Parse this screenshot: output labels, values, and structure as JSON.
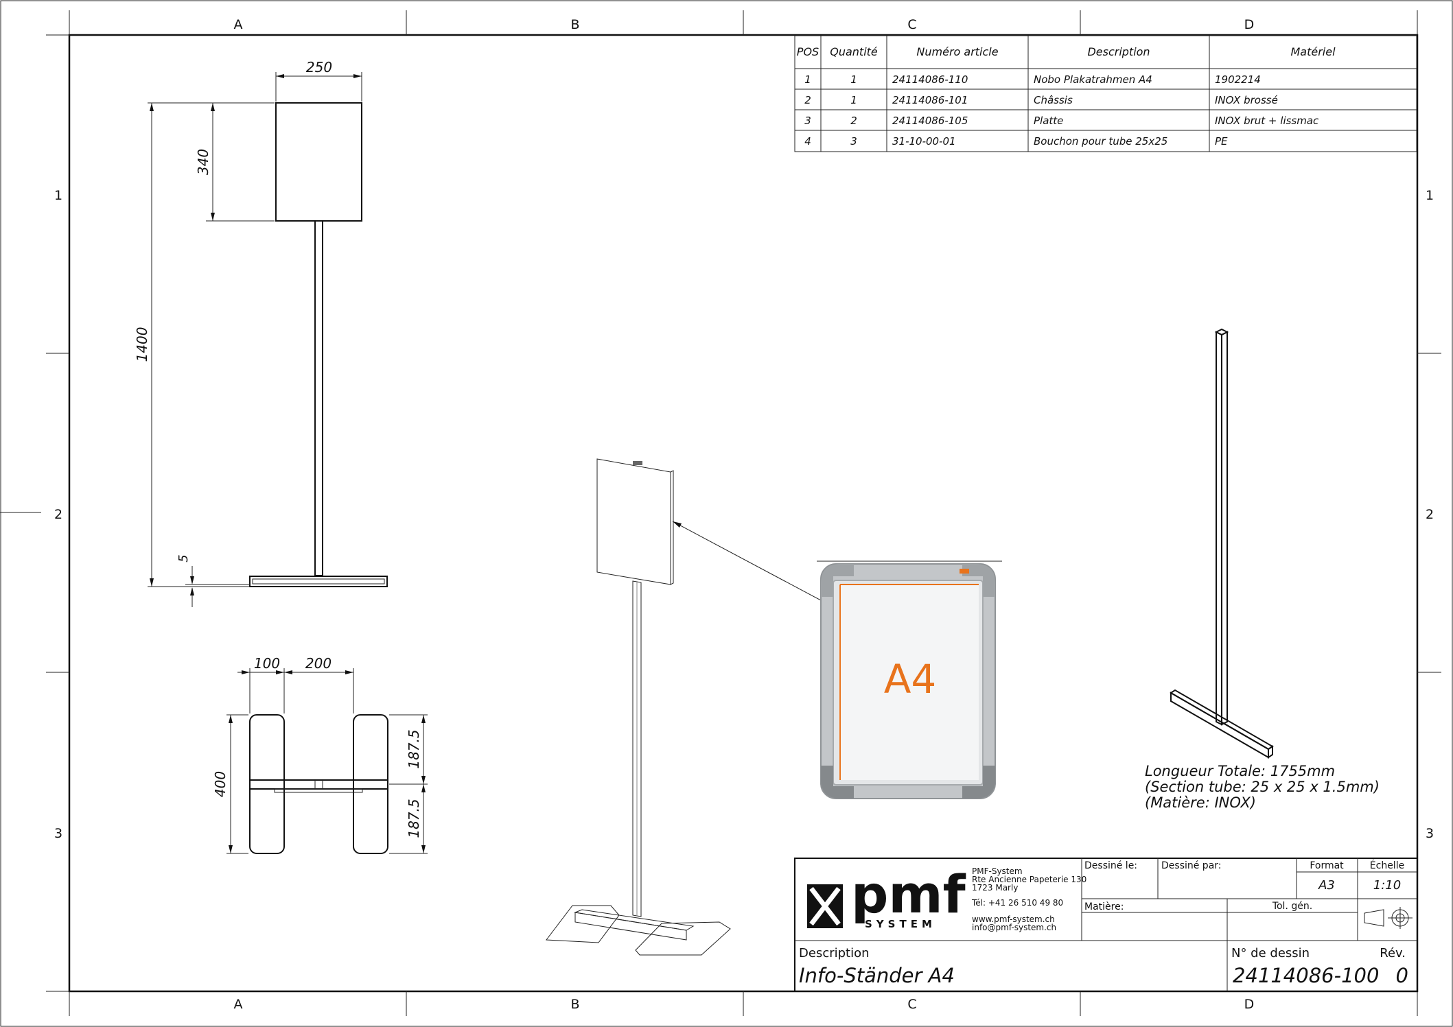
{
  "zones": {
    "columns": [
      "A",
      "B",
      "C",
      "D"
    ],
    "rows": [
      "1",
      "2",
      "3"
    ]
  },
  "bom": {
    "headers": [
      "POS",
      "Quantité",
      "Numéro article",
      "Description",
      "Matériel"
    ],
    "rows": [
      [
        "1",
        "1",
        "24114086-110",
        "Nobo Plakatrahmen A4",
        "1902214"
      ],
      [
        "2",
        "1",
        "24114086-101",
        "Châssis",
        "INOX brossé"
      ],
      [
        "3",
        "2",
        "24114086-105",
        "Platte",
        "INOX brut + lissmac"
      ],
      [
        "4",
        "3",
        "31-10-00-01",
        "Bouchon pour tube 25x25",
        "PE"
      ]
    ]
  },
  "dimensions": {
    "panel_width": "250",
    "panel_height": "340",
    "total_height": "1400",
    "base_thickness": "5",
    "base_offset": "100",
    "base_spacing": "200",
    "base_depth": "400",
    "half_depth_1": "187.5",
    "half_depth_2": "187.5"
  },
  "frame_label": "A4",
  "tube_note": {
    "line1": "Longueur Totale: 1755mm",
    "line2": "(Section tube: 25 x 25 x 1.5mm)",
    "line3": "(Matière: INOX)"
  },
  "title_block": {
    "logo_text": "pmf",
    "logo_sub": "SYSTEM",
    "company_name": "PMF-System",
    "address1": "Rte Ancienne Papeterie 130",
    "address2": "1723 Marly",
    "phone": "Tél:  +41 26 510 49 80",
    "web": "www.pmf-system.ch",
    "email": "info@pmf-system.ch",
    "drawn_on_label": "Dessiné le:",
    "drawn_by_label": "Dessiné par:",
    "format_label": "Format",
    "format_value": "A3",
    "scale_label": "Échelle",
    "scale_value": "1:10",
    "material_label": "Matière:",
    "tolerance_label": "Tol. gén.",
    "description_label": "Description",
    "description_value": "Info-Ständer A4",
    "drawing_no_label": "N° de dessin",
    "drawing_no_value": "24114086-100",
    "revision_label": "Rév.",
    "revision_value": "0"
  },
  "colors": {
    "line": "#111111",
    "accent_orange": "#e8731c",
    "frame_gray": "#b9bcbf"
  }
}
